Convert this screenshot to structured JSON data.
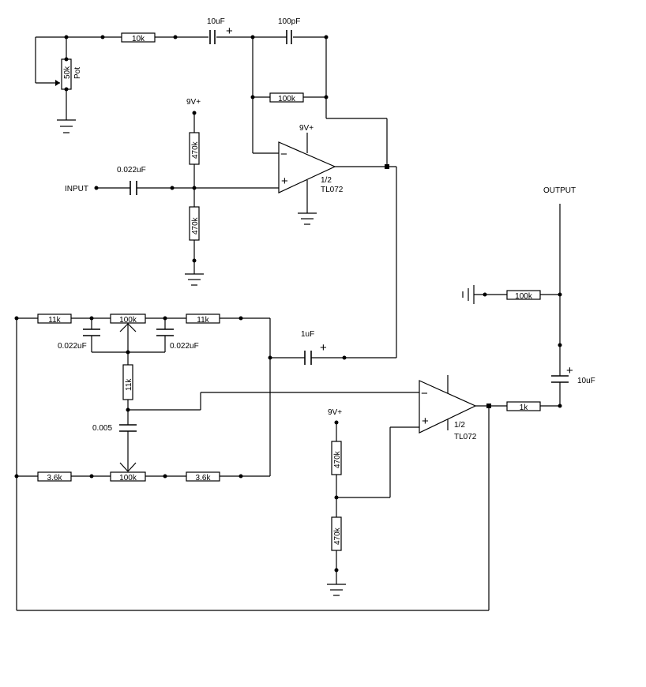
{
  "components": {
    "pot": {
      "value": "50k",
      "name": "Pot"
    },
    "r_feedback_in": "10k",
    "c_feedback_in": "10uF",
    "c_feedback_hf": "100pF",
    "r_feedback": "100k",
    "supply_1": "9V+",
    "r_bias_top_1": "470k",
    "r_bias_bot_1": "470k",
    "c_input": "0.022uF",
    "input_label": "INPUT",
    "opamp_1": {
      "unit": "1/2",
      "part": "TL072"
    },
    "supply_1b": "9V+",
    "output_label": "OUTPUT",
    "r_output": "100k",
    "c_output": "10uF",
    "r_t_left": "11k",
    "r_t_pot": "100k",
    "r_t_right": "11k",
    "c_t_left": "0.022uF",
    "c_t_right": "0.022uF",
    "c_coupling": "1uF",
    "r_t_mid": "11k",
    "c_t_mid": "0.005",
    "r_b_left": "3.6k",
    "r_b_pot": "100k",
    "r_b_right": "3.6k",
    "supply_2": "9V+",
    "r_bias_top_2": "470k",
    "r_bias_bot_2": "470k",
    "opamp_2": {
      "unit": "1/2",
      "part": "TL072"
    },
    "r_series_out": "1k"
  },
  "symbols": {
    "plus": "+",
    "minus": "−"
  }
}
